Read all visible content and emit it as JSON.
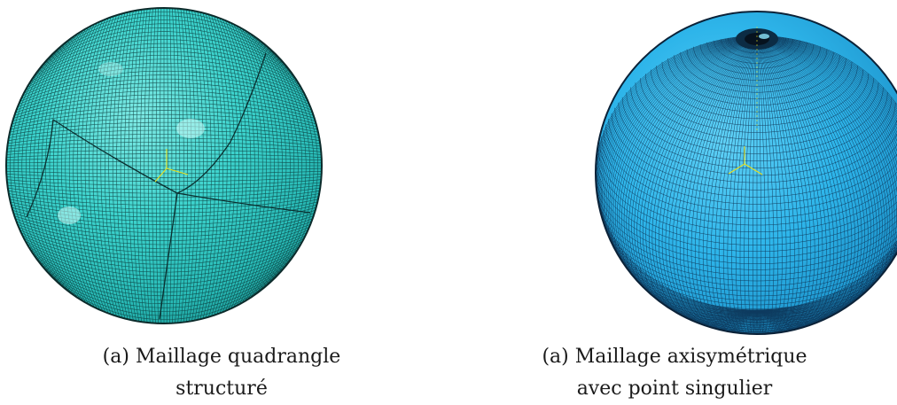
{
  "figures": [
    {
      "caption_line1": "(a) Maillage quadrangle",
      "caption_line2": "structuré",
      "mesh_color": "#3fd6d0",
      "mesh_type": "structured-quad"
    },
    {
      "caption_line1": "(a) Maillage axisymétrique",
      "caption_line2": "avec point singulier",
      "mesh_color": "#2fb6ea",
      "mesh_type": "axisymmetric"
    }
  ]
}
